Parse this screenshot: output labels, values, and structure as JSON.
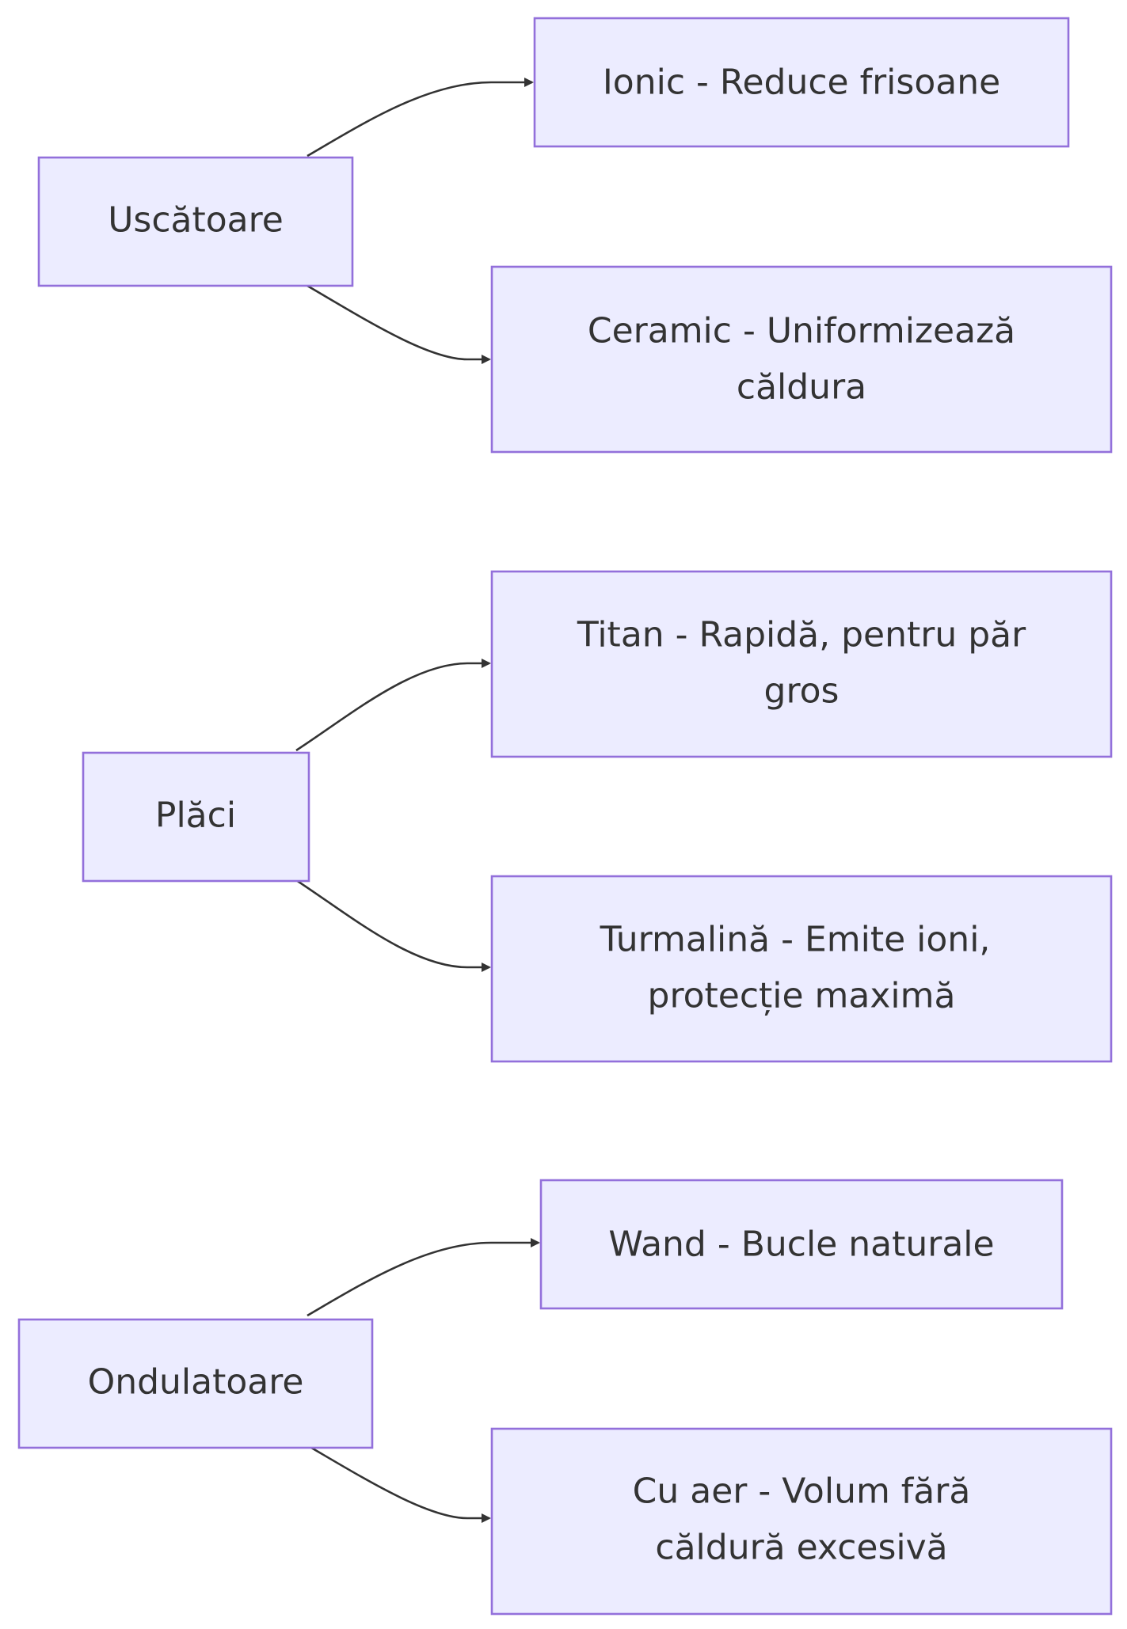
{
  "diagram": {
    "type": "flowchart",
    "direction": "left-to-right",
    "colors": {
      "node_fill": "#ECECFF",
      "node_border": "#9370DB",
      "text": "#333333",
      "edge": "#333333",
      "background": "#FFFFFF"
    },
    "groups": [
      {
        "id": "uscatoare",
        "label": "Uscătoare",
        "children": [
          {
            "id": "ionic",
            "lines": [
              "Ionic - Reduce frisoane"
            ]
          },
          {
            "id": "ceramic",
            "lines": [
              "Ceramic - Uniformizează",
              "căldura"
            ]
          }
        ]
      },
      {
        "id": "placi",
        "label": "Plăci",
        "children": [
          {
            "id": "titan",
            "lines": [
              "Titan - Rapidă, pentru păr",
              "gros"
            ]
          },
          {
            "id": "turmalina",
            "lines": [
              "Turmalină - Emite ioni,",
              "protecție maximă"
            ]
          }
        ]
      },
      {
        "id": "ondulatoare",
        "label": "Ondulatoare",
        "children": [
          {
            "id": "wand",
            "lines": [
              "Wand - Bucle naturale"
            ]
          },
          {
            "id": "cu-aer",
            "lines": [
              "Cu aer - Volum fără",
              "căldură excesivă"
            ]
          }
        ]
      }
    ]
  }
}
